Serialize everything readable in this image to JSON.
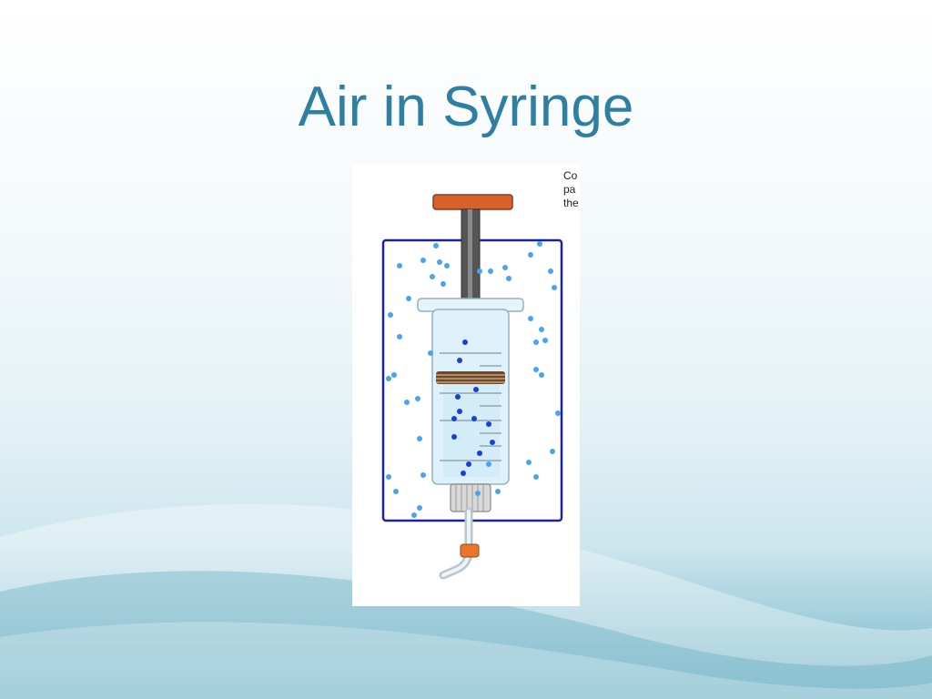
{
  "slide": {
    "title": "Air in Syringe"
  },
  "figure": {
    "caption_lines": [
      "Co",
      "pa",
      "the"
    ]
  },
  "colors": {
    "title": "#2f7fa3",
    "container_border": "#1a22a0",
    "particle_outside": "#4aa3ee",
    "particle_inside": "#1a3fd8",
    "plunger_cap": "#d9622a",
    "rod": "#555555",
    "barrel": "#dff1fa",
    "needle_collar": "#e8762e"
  },
  "icons": {
    "main_graphic": "syringe-icon"
  }
}
